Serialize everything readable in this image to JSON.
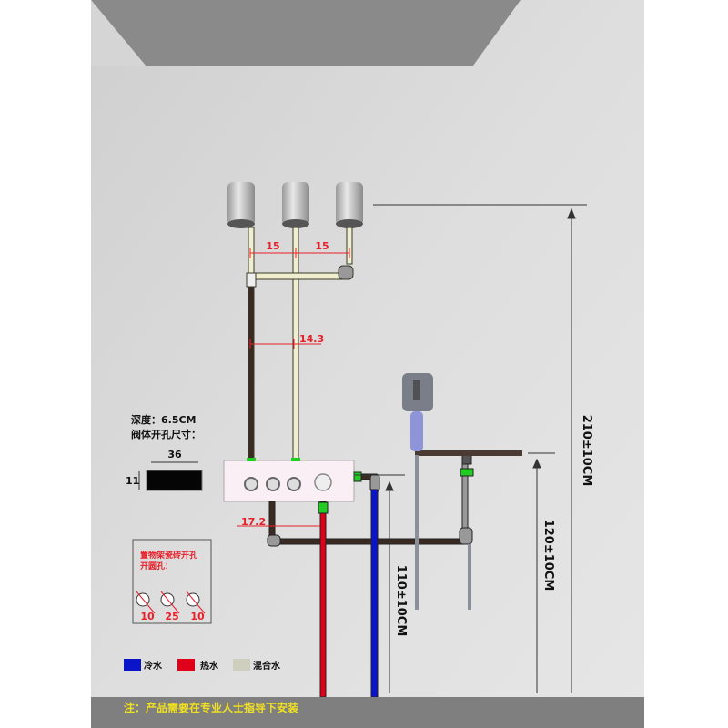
{
  "colors": {
    "cold_water": "#0a14c8",
    "hot_water": "#e0001a",
    "mixed_water": "#cfcfbf",
    "dimension": "#e8202a",
    "note_text": "#f0e020"
  },
  "cutout": {
    "depth_label": "深度：6.5CM",
    "size_title": "阀体开孔尺寸：",
    "width": "36",
    "height": "11"
  },
  "shelf_holes": {
    "title_line1": "置物架瓷砖开孔",
    "title_line2": "开圆孔：",
    "holes": [
      "10",
      "25",
      "10"
    ]
  },
  "dimensions": {
    "spacing_left": "15",
    "spacing_right": "15",
    "pipe_offset": "14.3",
    "outlet_offset": "17.2",
    "total_height": "210±10CM",
    "slide_bar_height": "120±10CM",
    "valve_height": "110±10CM"
  },
  "legend": [
    {
      "label": "冷水",
      "color": "#0a14c8"
    },
    {
      "label": "热水",
      "color": "#e0001a"
    },
    {
      "label": "混合水",
      "color": "#cfcfbf"
    }
  ],
  "note": "注：产品需要在专业人士指导下安装"
}
